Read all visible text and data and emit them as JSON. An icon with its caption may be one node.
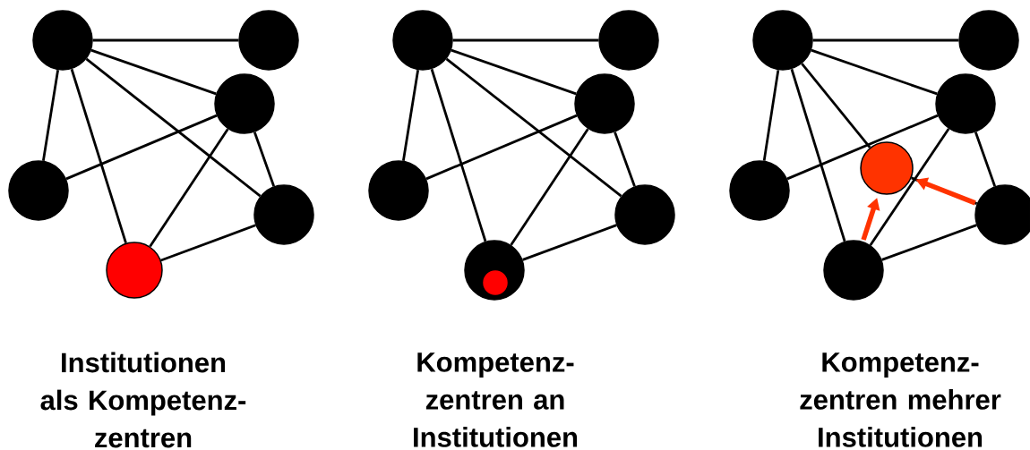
{
  "diagram": {
    "nodes": [
      {
        "text": [],
        "shape": "circle"
      },
      {
        "text": [],
        "shape": "circle"
      },
      {
        "text": [],
        "shape": "circle"
      },
      {
        "text": [],
        "shape": "circle"
      },
      {
        "text": [],
        "shape": "circle"
      },
      {
        "text": [],
        "shape": "circle"
      },
      {
        "text": [],
        "shape": "circle"
      },
      {
        "text": [],
        "shape": "circle"
      },
      {
        "text": [],
        "shape": "circle"
      },
      {
        "text": [],
        "shape": "circle"
      },
      {
        "text": [],
        "shape": "circle"
      },
      {
        "text": [],
        "shape": "circle"
      },
      {
        "text": [],
        "shape": "circle",
        "in": 11
      },
      {
        "text": [],
        "shape": "circle"
      },
      {
        "text": [],
        "shape": "circle"
      },
      {
        "text": [],
        "shape": "circle"
      },
      {
        "text": [],
        "shape": "circle"
      },
      {
        "text": [],
        "shape": "circle"
      },
      {
        "text": [],
        "shape": "circle"
      },
      {
        "text": [],
        "shape": "circle"
      }
    ],
    "edges": [
      {
        "from": 0,
        "to": 1,
        "arrow": "none"
      },
      {
        "from": 0,
        "to": 2,
        "arrow": "none"
      },
      {
        "from": 0,
        "to": 4,
        "arrow": "none"
      },
      {
        "from": 0,
        "to": 3,
        "arrow": "none"
      },
      {
        "from": 0,
        "to": 5,
        "arrow": "none"
      },
      {
        "from": 3,
        "to": 2,
        "arrow": "none"
      },
      {
        "from": 2,
        "to": 5,
        "arrow": "none"
      },
      {
        "from": 2,
        "to": 4,
        "arrow": "none"
      },
      {
        "from": 5,
        "to": 4,
        "arrow": "none"
      },
      {
        "from": 6,
        "to": 7,
        "arrow": "none"
      },
      {
        "from": 6,
        "to": 8,
        "arrow": "none"
      },
      {
        "from": 6,
        "to": 10,
        "arrow": "none"
      },
      {
        "from": 6,
        "to": 9,
        "arrow": "none"
      },
      {
        "from": 6,
        "to": 11,
        "arrow": "none"
      },
      {
        "from": 9,
        "to": 8,
        "arrow": "none"
      },
      {
        "from": 8,
        "to": 11,
        "arrow": "none"
      },
      {
        "from": 8,
        "to": 10,
        "arrow": "none"
      },
      {
        "from": 11,
        "to": 10,
        "arrow": "none"
      },
      {
        "from": 13,
        "to": 14,
        "arrow": "none"
      },
      {
        "from": 13,
        "to": 15,
        "arrow": "none"
      },
      {
        "from": 13,
        "to": 16,
        "arrow": "none"
      },
      {
        "from": 16,
        "to": 18,
        "arrow": "none"
      },
      {
        "from": 13,
        "to": 17,
        "arrow": "none"
      },
      {
        "from": 13,
        "to": 19,
        "arrow": "none"
      },
      {
        "from": 17,
        "to": 15,
        "arrow": "none"
      },
      {
        "from": 15,
        "to": 19,
        "arrow": "none"
      },
      {
        "from": 15,
        "to": 18,
        "arrow": "none"
      },
      {
        "from": 19,
        "to": 18,
        "arrow": "none"
      },
      {
        "from": 19,
        "to": 16,
        "arrow": "to",
        "style": "thick",
        "color": "#ff3300"
      },
      {
        "from": 18,
        "to": 16,
        "arrow": "to",
        "style": "thick",
        "color": "#ff3300"
      }
    ],
    "labels": [
      "Institutionen als Kompetenz- zentren",
      "Kompetenz- zentren an Institutionen",
      "Kompetenz- zentren mehrer Institutionen"
    ]
  }
}
